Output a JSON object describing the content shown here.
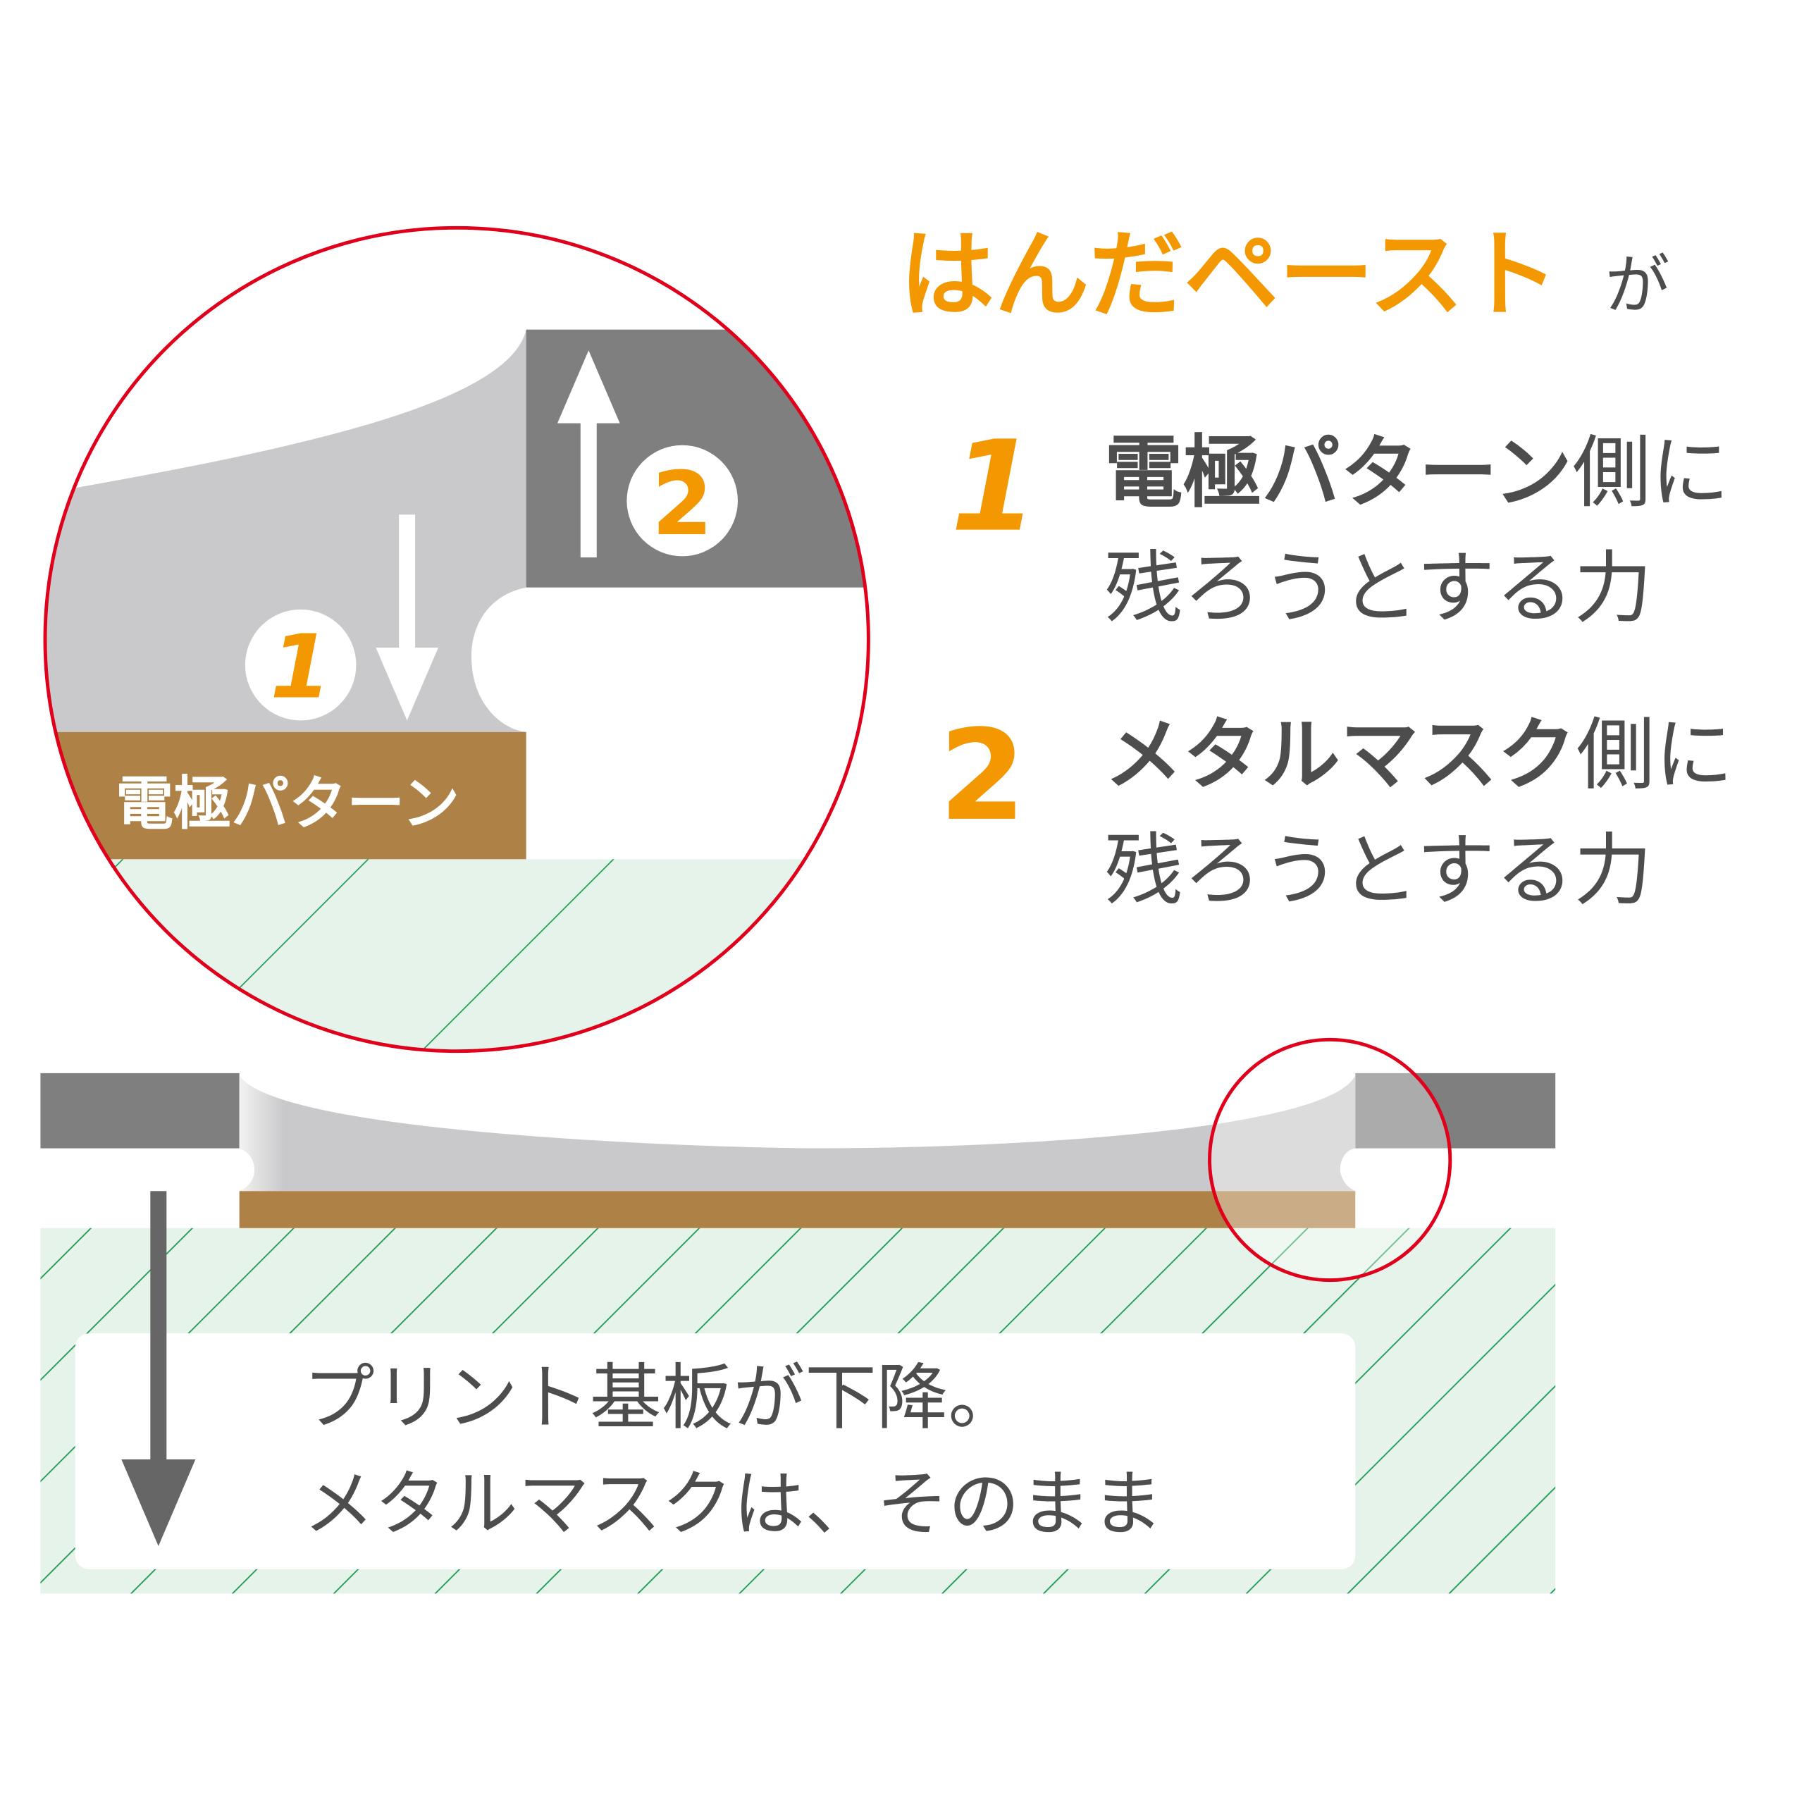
{
  "title": {
    "main": "はんだペースト",
    "suffix": "が"
  },
  "forces": [
    {
      "number": "1",
      "bold": "電極パターン",
      "normal": "側に",
      "line2": "残ろうとする力"
    },
    {
      "number": "2",
      "bold": "メタルマスク",
      "normal": "側に",
      "line2": "残ろうとする力"
    }
  ],
  "detail": {
    "pad_label": "電極パターン",
    "badge1": "1",
    "badge2": "2"
  },
  "caption": {
    "line1": "プリント基板が下降。",
    "line2": "メタルマスクは、そのまま"
  },
  "colors": {
    "accent": "#f39800",
    "text": "#4d4d4d",
    "mask": "#7f7f7f",
    "paste": "#c9c9cb",
    "pad": "#ae8247",
    "substrate": "#e6f3ea",
    "hatch": "#1a9a50",
    "highlight_circle": "#e0001b"
  }
}
